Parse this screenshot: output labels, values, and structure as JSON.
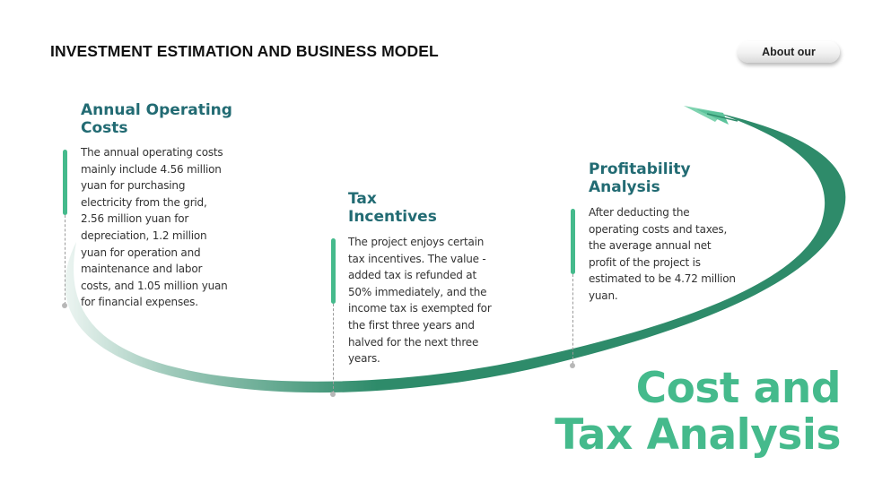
{
  "header": {
    "title": "INVESTMENT ESTIMATION AND BUSINESS MODEL",
    "about_button": "About our"
  },
  "colors": {
    "accent": "#45ba8c",
    "arc_dark": "#2e8b6a",
    "heading": "#226b73",
    "body_text": "#333333"
  },
  "sections": [
    {
      "title_line1": "Annual Operating",
      "title_line2": "Costs",
      "body": [
        "The annual operating costs",
        "mainly include 4.56 million",
        "yuan for purchasing",
        "electricity from the grid,",
        "2.56 million yuan for",
        "depreciation, 1.2 million",
        "yuan for operation and",
        "maintenance and labor",
        "costs, and 1.05 million yuan",
        "for financial expenses."
      ]
    },
    {
      "title_line1": "Tax",
      "title_line2": "Incentives",
      "body": [
        "The project enjoys certain",
        "tax incentives. The value -",
        "added tax is refunded at",
        "50% immediately, and the",
        "income tax is exempted for",
        "the first three years and",
        "halved for the next three",
        "years."
      ]
    },
    {
      "title_line1": "Profitability",
      "title_line2": "Analysis",
      "body": [
        "After deducting the",
        "operating costs and taxes,",
        "the average annual net",
        "profit of the project is",
        "estimated to be 4.72 million",
        "yuan."
      ]
    }
  ],
  "hero": {
    "line1": "Cost and",
    "line2": "Tax Analysis"
  },
  "icons": {
    "arrow": "paper-plane-arrow-icon"
  }
}
